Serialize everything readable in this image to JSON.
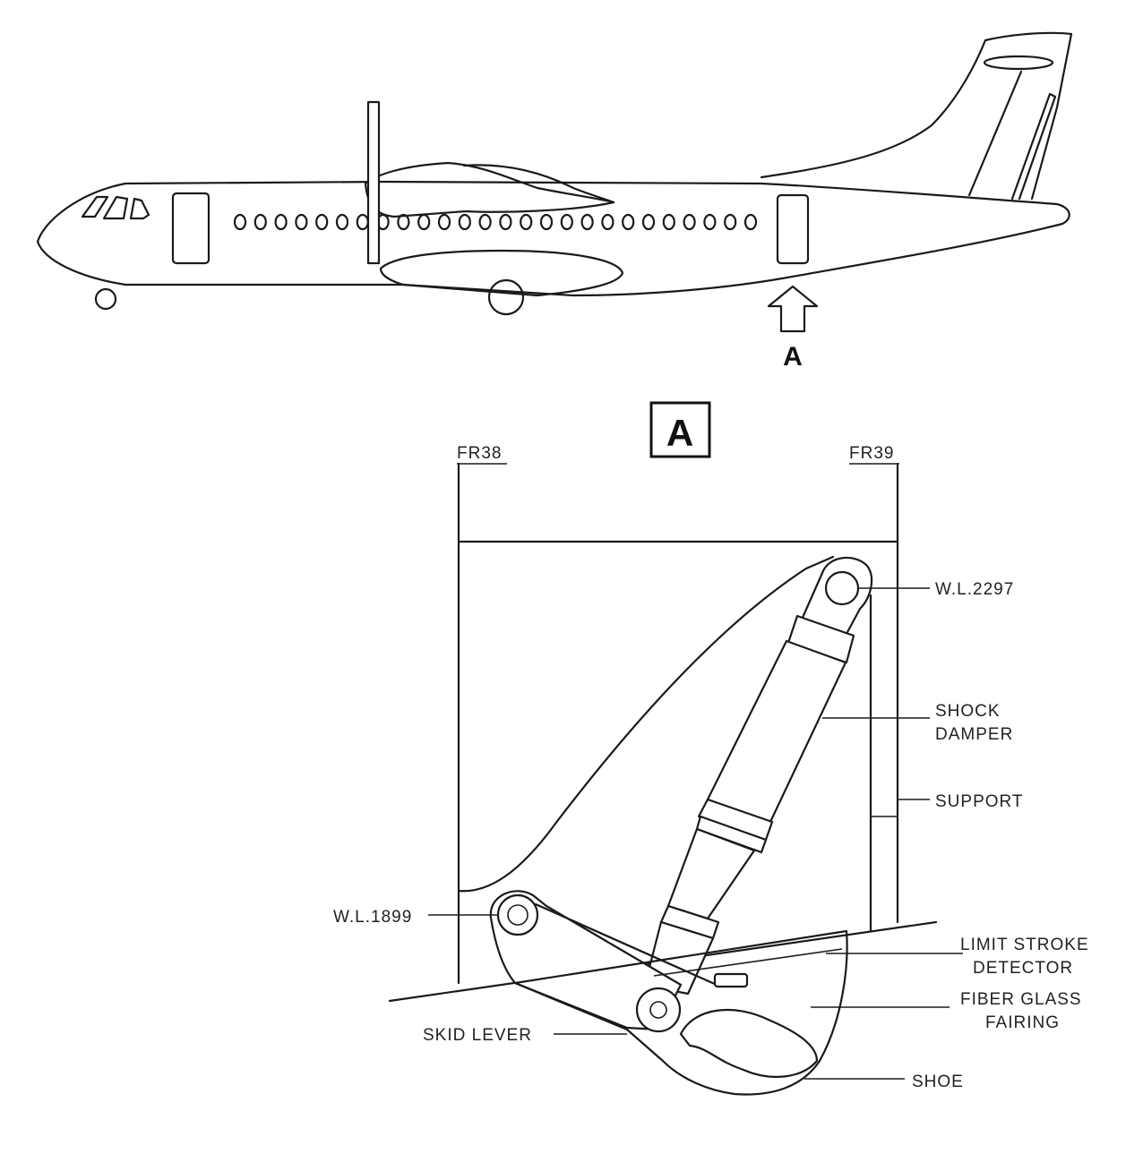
{
  "view_arrow_label": "A",
  "detail_view_title": "A",
  "frames": {
    "left": "FR38",
    "right": "FR39"
  },
  "labels": {
    "wl_top": "W.L.2297",
    "shock_damper_line1": "SHOCK",
    "shock_damper_line2": "DAMPER",
    "support": "SUPPORT",
    "wl_bottom": "W.L.1899",
    "limit_line1": "LIMIT STROKE",
    "limit_line2": "DETECTOR",
    "fairing_line1": "FIBER GLASS",
    "fairing_line2": "FAIRING",
    "skid_lever": "SKID LEVER",
    "shoe": "SHOE"
  }
}
